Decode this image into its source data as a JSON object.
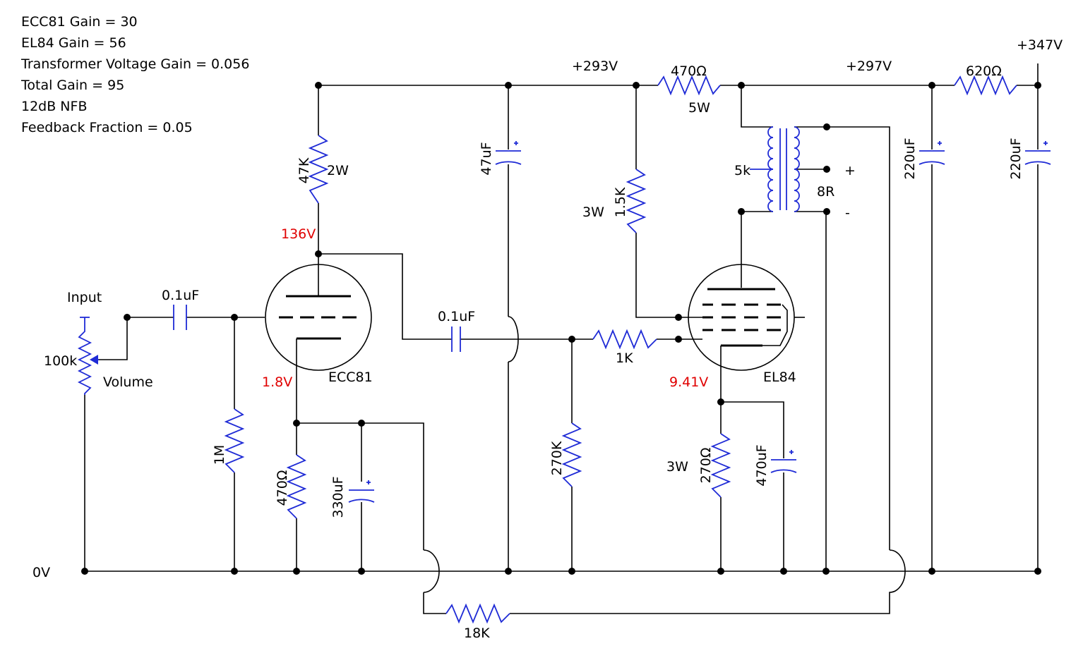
{
  "notes": [
    "ECC81 Gain = 30",
    "EL84 Gain = 56",
    "Transformer Voltage Gain = 0.056",
    "Total Gain = 95",
    "12dB NFB",
    "Feedback Fraction = 0.05"
  ],
  "rails": {
    "v293": "+293V",
    "v297": "+297V",
    "v347": "+347V",
    "ground": "0V"
  },
  "labels": {
    "input": "Input",
    "pot_value": "100k",
    "pot_name": "Volume",
    "c_in": "0.1uF",
    "r_grid": "1M",
    "ecc81": "ECC81",
    "r_anode": "47K",
    "r_anode_power": "2W",
    "v_anode": "136V",
    "v_cathode1": "1.8V",
    "r_cathode1": "470Ω",
    "c_cathode1": "330uF",
    "c_couple": "0.1uF",
    "r_grid2": "270K",
    "r_stopper": "1K",
    "c_dec1": "47uF",
    "r_screen": "1.5K",
    "r_screen_power": "3W",
    "r_drop1": "470Ω",
    "r_drop1_power": "5W",
    "transformer_primary": "5k",
    "transformer_secondary": "8R",
    "out_plus": "+",
    "out_minus": "-",
    "el84": "EL84",
    "v_cathode2": "9.41V",
    "r_cathode2": "270Ω",
    "r_cathode2_power": "3W",
    "c_cathode2": "470uF",
    "c_res1": "220uF",
    "r_drop2": "620Ω",
    "c_res2": "220uF",
    "r_feedback": "18K"
  },
  "colors": {
    "wire": "#000000",
    "component": "#1f2bd6",
    "voltage": "#e00000"
  }
}
